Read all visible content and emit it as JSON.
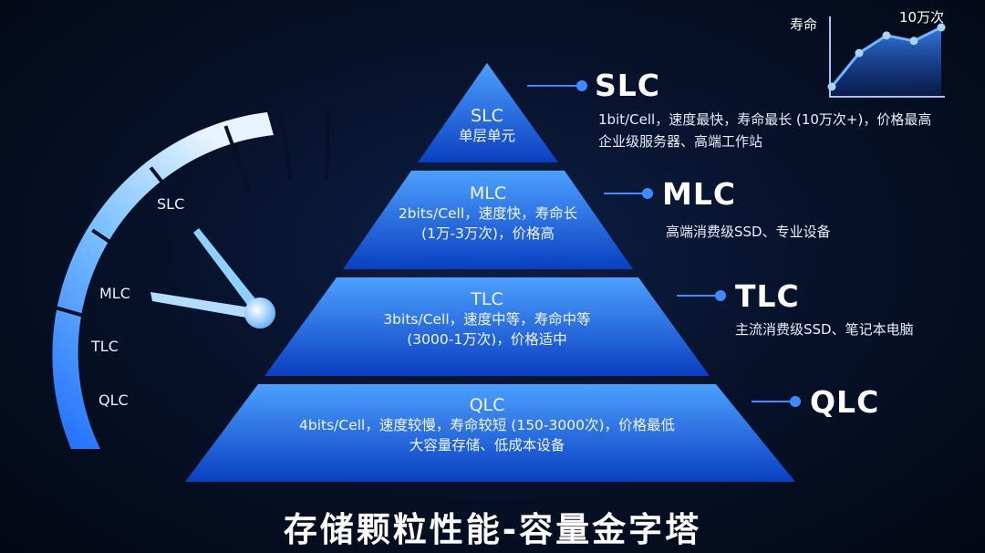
{
  "title": "存储颗粒性能-容量金字塔",
  "gauge": {
    "labels": [
      "SLC",
      "MLC",
      "TLC",
      "QLC"
    ]
  },
  "mini_chart": {
    "y_label": "寿命",
    "top_label": "10万次",
    "values": [
      0.1,
      0.62,
      0.88,
      0.8,
      1.0
    ]
  },
  "pyramid": [
    {
      "name": "SLC",
      "lines": [
        "单层单元"
      ]
    },
    {
      "name": "MLC",
      "lines": [
        "2bits/Cell，速度快，寿命长",
        "(1万-3万次)，价格高"
      ]
    },
    {
      "name": "TLC",
      "lines": [
        "3bits/Cell，速度中等，寿命中等",
        "(3000-1万次)，价格适中"
      ]
    },
    {
      "name": "QLC",
      "lines": [
        "4bits/Cell，速度较慢，寿命较短 (150-3000次)，价格最低",
        "大容量存储、低成本设备"
      ]
    }
  ],
  "side": [
    {
      "title": "SLC",
      "lines": [
        "1bit/Cell，速度最快，寿命最长 (10万次+)，价格最高",
        "企业级服务器、高端工作站"
      ]
    },
    {
      "title": "MLC",
      "lines": [
        "高端消费级SSD、专业设备"
      ]
    },
    {
      "title": "TLC",
      "lines": [
        "主流消费级SSD、笔记本电脑"
      ]
    },
    {
      "title": "QLC",
      "lines": []
    }
  ],
  "colors": {
    "tier_light": "#4a9bff",
    "tier_dark": "#0a3fbf",
    "accent": "#3d8bff"
  }
}
